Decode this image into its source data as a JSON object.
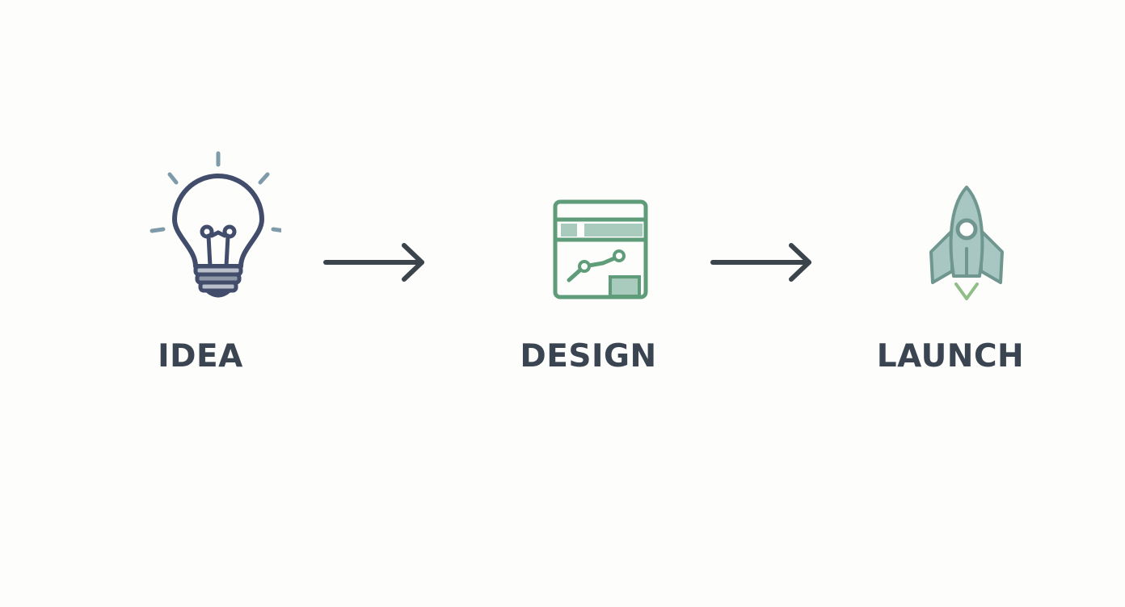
{
  "steps": [
    {
      "label": "IDEA",
      "icon": "lightbulb-icon"
    },
    {
      "label": "DESIGN",
      "icon": "design-window-icon"
    },
    {
      "label": "LAUNCH",
      "icon": "rocket-icon"
    }
  ],
  "connectors": [
    "arrow-right-icon",
    "arrow-right-icon"
  ],
  "colors": {
    "background": "#fdfdfc",
    "label_text": "#3a4551",
    "idea_stroke": "#414d6b",
    "idea_rays": "#7f9aa8",
    "design_stroke": "#5f9c79",
    "design_fill": "#a9cbbd",
    "launch_body": "#a9c7c2",
    "launch_stroke": "#6f968f",
    "launch_flame": "#8fbf87",
    "arrow": "#3b434b"
  }
}
